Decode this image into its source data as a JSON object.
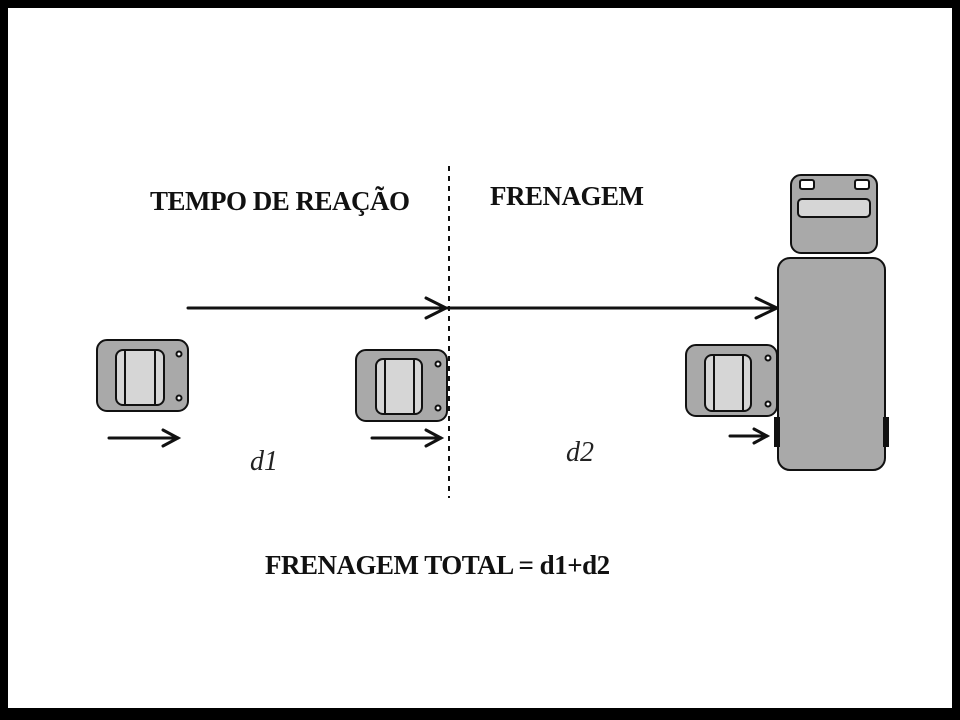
{
  "diagram": {
    "phases": {
      "reaction_label": "TEMPO DE REAÇÃO",
      "braking_label": "FRENAGEM"
    },
    "distances": {
      "d1": "d1",
      "d2": "d2"
    },
    "formula": "FRENAGEM TOTAL = d1+d2",
    "colors": {
      "vehicle_fill": "#a9a9a9",
      "window_fill": "#d6d6d6",
      "stroke": "#111111",
      "background": "#ffffff",
      "frame": "#000000"
    }
  }
}
